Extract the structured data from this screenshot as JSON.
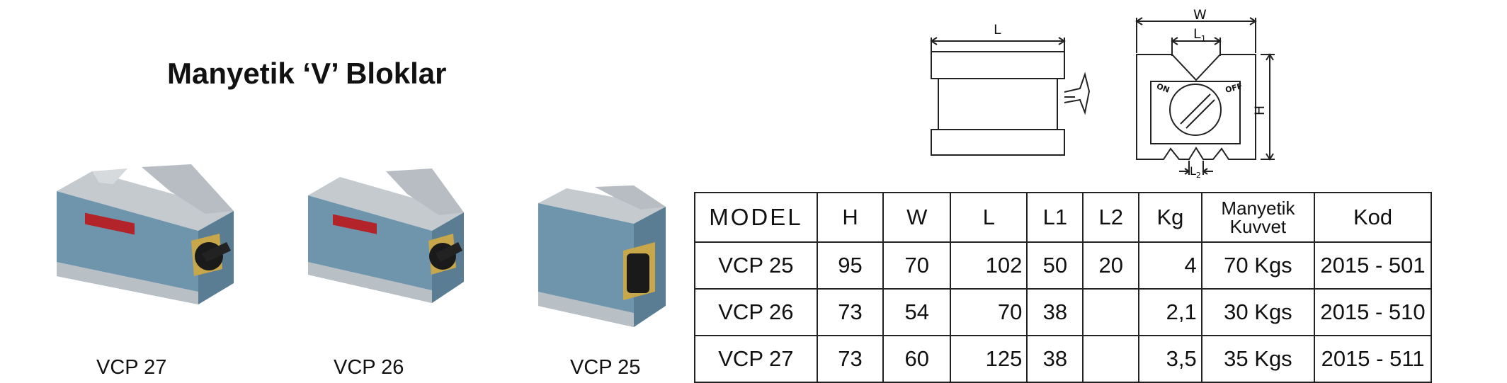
{
  "title": "Manyetik ‘V’ Bloklar",
  "products": [
    {
      "caption": "VCP 27"
    },
    {
      "caption": "VCP 26"
    },
    {
      "caption": "VCP 25"
    }
  ],
  "drawing_labels": {
    "L": "L",
    "W": "W",
    "L1": "L",
    "L1_sub": "1",
    "L2": "L",
    "L2_sub": "2",
    "H": "H",
    "on": "ON",
    "off": "OFF"
  },
  "table": {
    "headers": [
      "MODEL",
      "H",
      "W",
      "L",
      "L1",
      "L2",
      "Kg",
      "Manyetik Kuvvet",
      "Kod"
    ],
    "header_line1": "Manyetik",
    "header_line2": "Kuvvet",
    "rows": [
      [
        "VCP 25",
        "95",
        "70",
        "102",
        "50",
        "20",
        "4",
        "70 Kgs",
        "2015 - 501"
      ],
      [
        "VCP 26",
        "73",
        "54",
        "70",
        "38",
        "",
        "2,1",
        "30 Kgs",
        "2015 - 510"
      ],
      [
        "VCP 27",
        "73",
        "60",
        "125",
        "38",
        "",
        "3,5",
        "35 Kgs",
        "2015 - 511"
      ]
    ]
  },
  "colors": {
    "block_body": "#6f95ad",
    "block_top": "#bcc3c8",
    "plate": "#c8a64a",
    "knob": "#1a1a1a",
    "label_red": "#b3242a"
  }
}
